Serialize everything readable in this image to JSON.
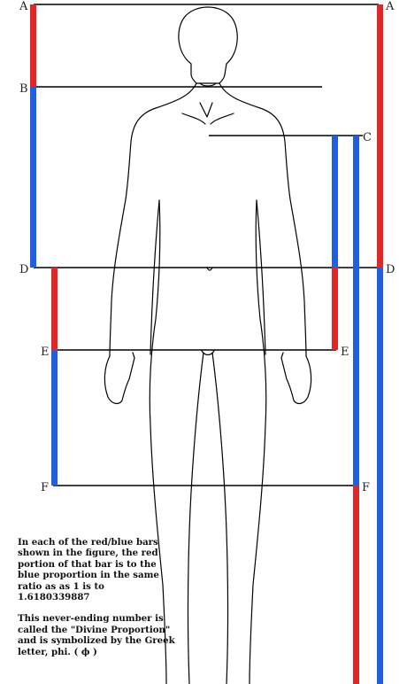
{
  "labels": {
    "a_left": "A",
    "a_right": "A",
    "b": "B",
    "c": "C",
    "d_left": "D",
    "d_right": "D",
    "e_left": "E",
    "e_right": "E",
    "f_left": "F",
    "f_right": "F"
  },
  "caption": {
    "paragraph1": "In each of the red/blue bars shown in the figure, the red portion of that bar is to the blue proportion in the same ratio as as 1 is to 1.6180339887",
    "paragraph2": "This never-ending number is called the \"Divine Proportion\" and is symbolized by the Greek letter, phi. ( ϕ )"
  },
  "colors": {
    "red": "#e22727",
    "blue": "#1f5fe0",
    "line": "#000000"
  },
  "icons": [
    "human-body-outline"
  ]
}
